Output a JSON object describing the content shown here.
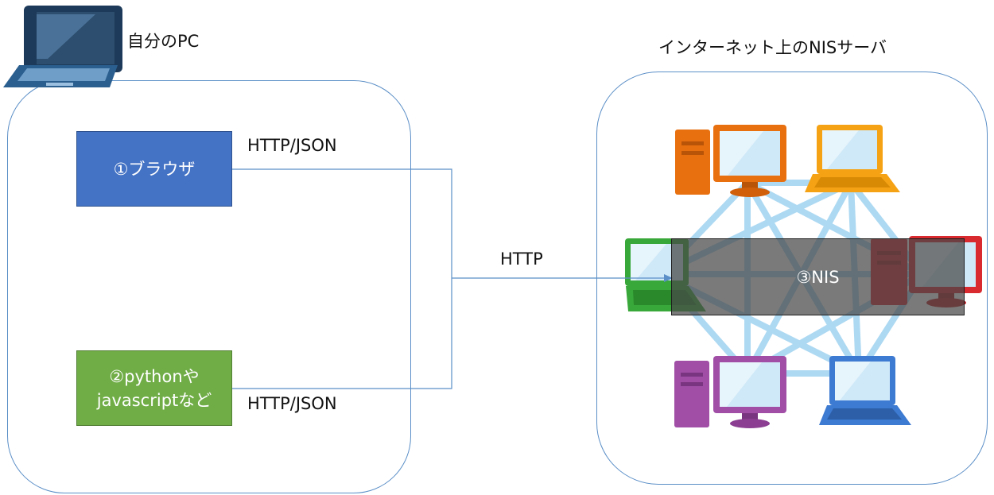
{
  "pc": {
    "title": "自分のPC"
  },
  "server": {
    "title": "インターネット上のNISサーバ"
  },
  "nodes": {
    "browser": "①ブラウザ",
    "script_line1": "②pythonや",
    "script_line2": "javascriptなど",
    "nis": "③NIS"
  },
  "edges": {
    "browser_label": "HTTP/JSON",
    "merged_label": "HTTP",
    "script_label": "HTTP/JSON"
  },
  "colors": {
    "browser_box": "#4472c4",
    "script_box": "#70ad47",
    "nis_box": "#4a4a4a",
    "connector": "#5b8fc7",
    "mesh": "#a9d7f2"
  },
  "icons": [
    "laptop-icon",
    "desktop-pc-icon",
    "network-mesh-icon"
  ]
}
